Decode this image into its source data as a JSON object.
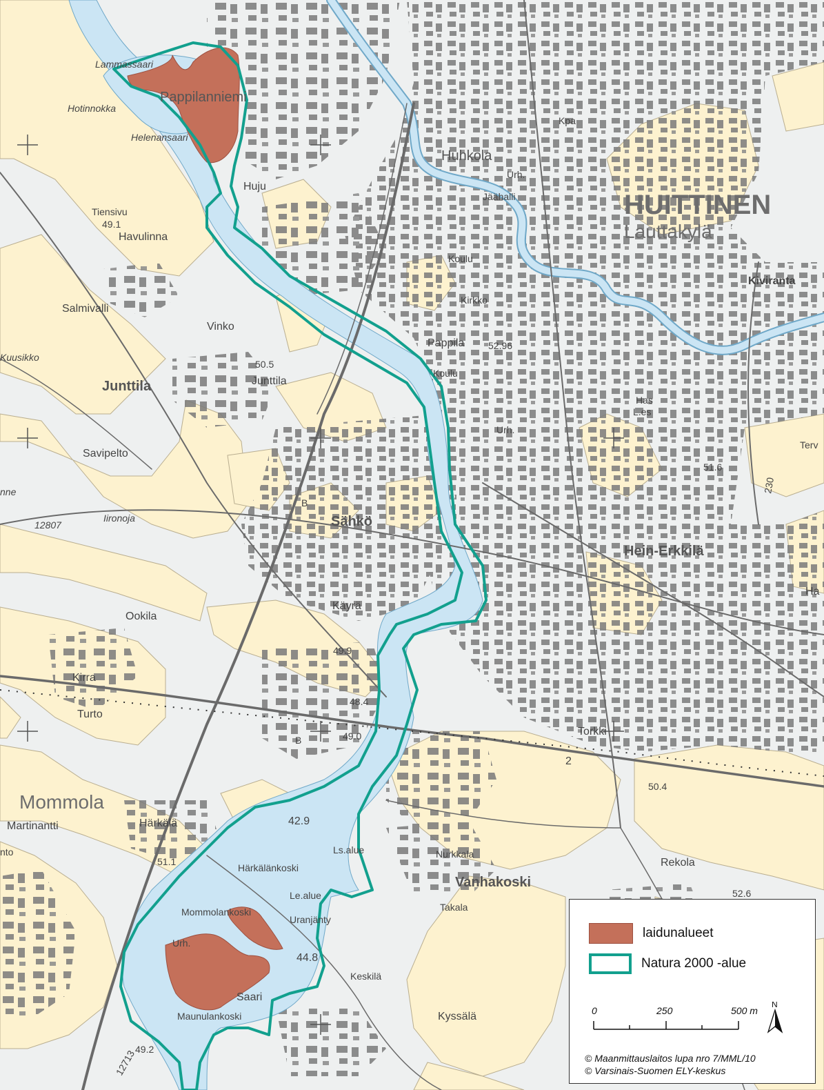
{
  "map": {
    "colors": {
      "field": "#fdf2cf",
      "built": "#eef0f0",
      "water": "#cbe5f4",
      "pasture": "#c4705a",
      "natura": "#12a08e",
      "building": "#7a7a7a",
      "road": "#6a6a6a"
    },
    "labels": {
      "huittinen": "HUITTINEN",
      "lauttakyla": "Lauttakylä",
      "kiviranta": "Kiviranta",
      "lammassaari": "Lammassaari",
      "pappilanniemi": "Pappilanniemi",
      "hotinnokka": "Hotinnokka",
      "helenansaari": "Helenansaari",
      "huhkola": "Huhkola",
      "urh1": "Urh.",
      "jaahalli": "Jäähalli",
      "kpa": "Kpa",
      "huju": "Huju",
      "tiensivu": "Tiensivu",
      "elev_491": "49.1",
      "havulinna": "Havulinna",
      "salmivalli": "Salmivalli",
      "vinko": "Vinko",
      "kuusikko": "Kuusikko",
      "elev_505": "50.5",
      "junttila_small": "Junttila",
      "junttila": "Junttila",
      "koulu1": "Koulu",
      "kirkko": "Kirkko",
      "pappila": "Pappila",
      "elev_5296": "52.96",
      "koulu2": "Koulu",
      "urh2": "Urh.",
      "has": "Has",
      "les": "L.es",
      "terv": "Terv",
      "elev_516": "51.6",
      "road_230": "230",
      "savipelto": "Savipelto",
      "anne": "nne",
      "road_12807": "12807",
      "iironoja": "Iironoja",
      "b1": "B",
      "sahko": "Sähkö",
      "hein_erkkila": "Hein-Erkkilä",
      "ha": "Ha",
      "kayra": "Käyrä",
      "ookila": "Ookila",
      "kirra": "Kirra",
      "turto": "Turto",
      "elev_499": "49.9",
      "elev_484": "48.4",
      "b2": "B",
      "elev_490": "49.0",
      "torkki": "Torkki",
      "road_2": "2",
      "elev_504": "50.4",
      "mommola": "Mommola",
      "martinantti": "Martinantti",
      "harkala": "Härkälä",
      "elev_429": "42.9",
      "lsalue": "Ls.alue",
      "nurkkala": "Nurkkala",
      "vanhakoski": "Vanhakoski",
      "rekola": "Rekola",
      "into": "nto",
      "elev_511": "51.1",
      "harkalankoski": "Härkälänkoski",
      "lesaue": "Le.alue",
      "takala": "Takala",
      "elev_526": "52.6",
      "mommolankoski": "Mommolankoski",
      "uranjanty": "Uranjänty",
      "urh3": "Urh.",
      "elev_448": "44.8",
      "keskila": "Keskilä",
      "saari": "Saari",
      "maunulankoski": "Maunulankoski",
      "kyssala": "Kyssälä",
      "elev_492": "49.2",
      "road_12713": "12713"
    }
  },
  "legend": {
    "pasture_label": "laidunalueet",
    "natura_label": "Natura 2000 -alue",
    "scale": {
      "tick_0": "0",
      "tick_250": "250",
      "tick_500": "500 m"
    },
    "north_label": "N",
    "credit_1": "© Maanmittauslaitos lupa nro 7/MML/10",
    "credit_2": "© Varsinais-Suomen ELY-keskus"
  }
}
